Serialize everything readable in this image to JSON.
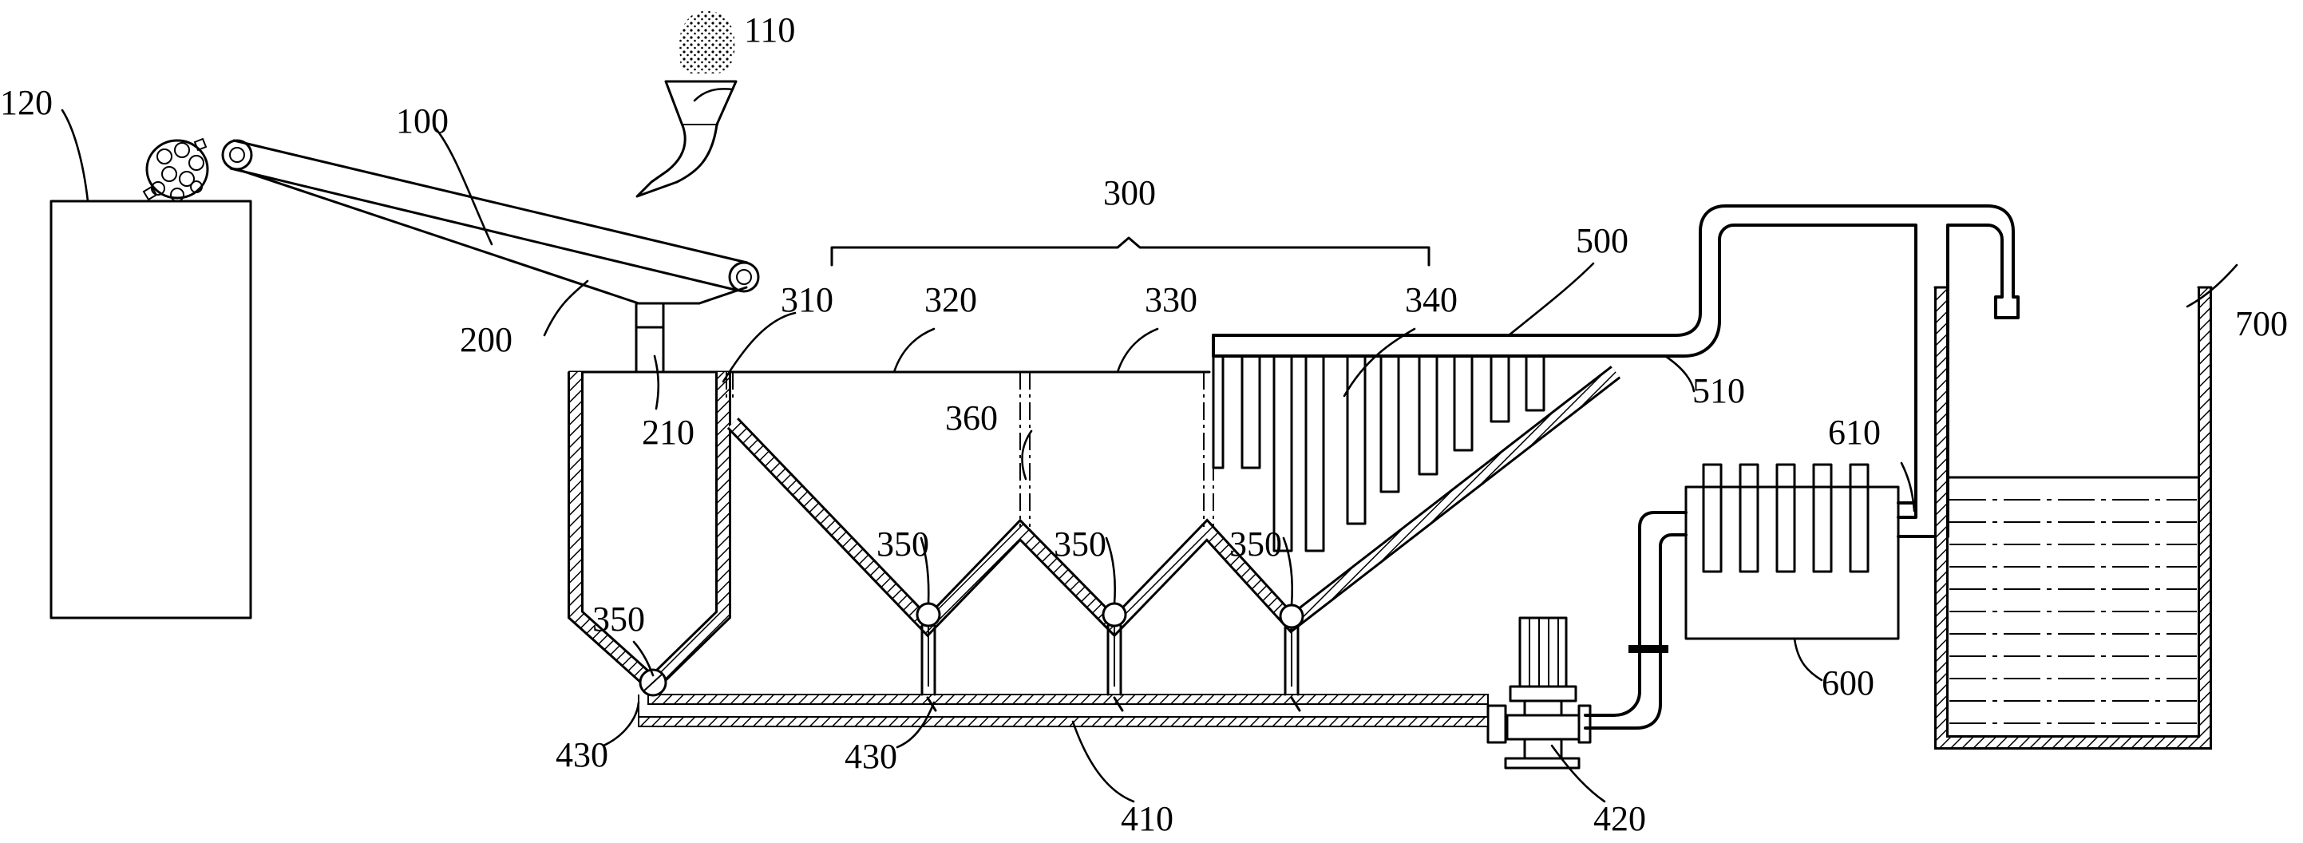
{
  "figure": {
    "labels": {
      "conveyor": "100",
      "hopper": "110",
      "storage_box": "120",
      "funnel": "200",
      "feed_pipe": "210",
      "tank": "300",
      "zone_a": "310",
      "zone_b": "320",
      "zone_c": "330",
      "baffle_zone": "340",
      "valve_a": "350",
      "valve_b": "350",
      "valve_c": "350",
      "valve_d": "350",
      "partition": "360",
      "bottom_pipe": "410",
      "pump": "420",
      "outlet_a": "430",
      "outlet_b": "430",
      "overflow_pipe": "500",
      "overflow_connector": "510",
      "filter": "600",
      "filter_outlet": "610",
      "water_tank": "700"
    }
  }
}
